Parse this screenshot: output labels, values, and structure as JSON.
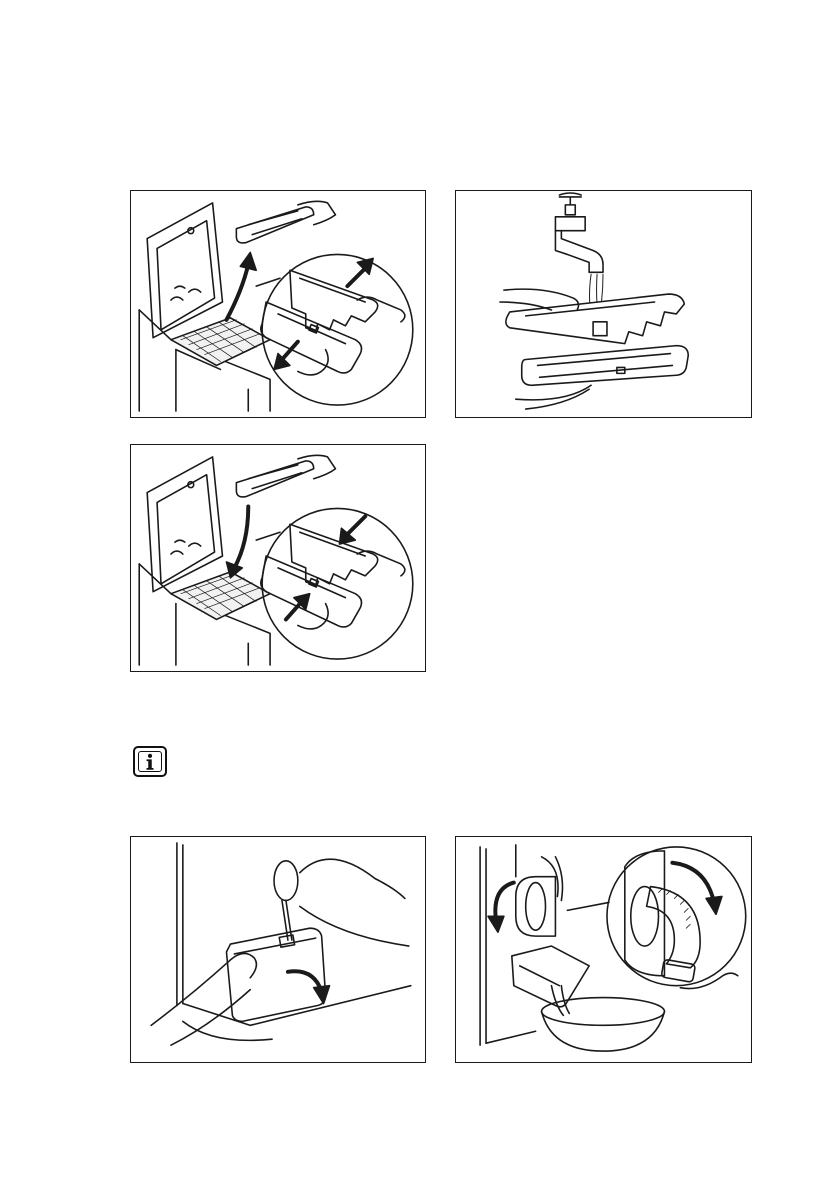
{
  "figures": [
    {
      "id": "fig1",
      "name": "remove-dispenser-illustration",
      "icon": "dispenser-removal"
    },
    {
      "id": "fig2",
      "name": "rinse-dispenser-under-tap-illustration",
      "icon": "tap-rinse"
    },
    {
      "id": "fig3",
      "name": "refit-dispenser-illustration",
      "icon": "dispenser-refit"
    },
    {
      "id": "fig4",
      "name": "open-pump-flap-illustration",
      "icon": "screwdriver-flap"
    },
    {
      "id": "fig5",
      "name": "drain-pump-filter-illustration",
      "icon": "filter-drain-bowl"
    }
  ],
  "info_icon": {
    "name": "info-icon",
    "glyph": "i"
  },
  "colors": {
    "line": "#1a1a1a",
    "background": "#ffffff"
  }
}
